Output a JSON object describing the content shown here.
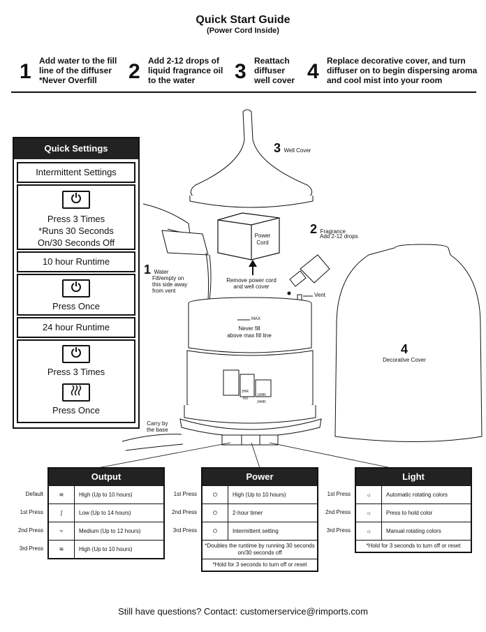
{
  "header": {
    "title": "Quick Start Guide",
    "subtitle": "(Power Cord Inside)"
  },
  "steps": [
    {
      "num": "1",
      "line1": "Add water to the fill",
      "line2": "line of the diffuser",
      "line3": "*Never Overfill"
    },
    {
      "num": "2",
      "line1": "Add 2-12 drops of",
      "line2": "liquid fragrance oil",
      "line3": "to the water"
    },
    {
      "num": "3",
      "line1": "Reattach",
      "line2": "diffuser",
      "line3": "well cover"
    },
    {
      "num": "4",
      "line1": "Replace decorative cover, and turn",
      "line2": "diffuser on to begin dispersing aroma",
      "line3": "and cool mist into your room"
    }
  ],
  "quick_settings": {
    "title": "Quick Settings",
    "intermittent": {
      "label": "Intermittent Settings",
      "press": "Press 3 Times",
      "note1": "*Runs 30 Seconds",
      "note2": "On/30 Seconds Off"
    },
    "ten_hour": {
      "label": "10 hour Runtime",
      "press": "Press Once"
    },
    "twentyfour_hour": {
      "label": "24 hour Runtime",
      "press1": "Press 3 Times",
      "press2": "Press Once"
    }
  },
  "diagram": {
    "well_cover_num": "3",
    "well_cover_label": "Well Cover",
    "power_cord_box": "Power Cord",
    "remove_note1": "Remove power cord",
    "remove_note2": "and well cover",
    "fragrance_num": "2",
    "fragrance_label": "Fragrance",
    "fragrance_drops": "Add 2-12 drops",
    "water_num": "1",
    "water_label": "Water",
    "water_note1": "Fill/empty on",
    "water_note2": "this side away",
    "water_note3": "from vent",
    "vent_label": "Vent",
    "max_label": "MAX",
    "never_fill1": "Never fill",
    "never_fill2": "above max fill line",
    "deco_num": "4",
    "deco_label": "Decorative Cover",
    "carry1": "Carry by",
    "carry2": "the base",
    "panel_labels": [
      "2HR",
      "INT",
      "10HR",
      "24HR"
    ]
  },
  "output_table": {
    "title": "Output",
    "rows": [
      {
        "press": "Default",
        "icon": "mist-high-icon",
        "text": "High (Up to 10 hours)"
      },
      {
        "press": "1st Press",
        "icon": "mist-low-icon",
        "text": "Low (Up to 14 hours)"
      },
      {
        "press": "2nd Press",
        "icon": "mist-medium-icon",
        "text": "Medium (Up to 12 hours)"
      },
      {
        "press": "3rd Press",
        "icon": "mist-high-icon",
        "text": "High (Up to 10 hours)"
      }
    ]
  },
  "power_table": {
    "title": "Power",
    "rows": [
      {
        "press": "1st Press",
        "icon": "power-icon",
        "text": "High (Up to 10 hours)"
      },
      {
        "press": "2nd Press",
        "icon": "power-icon",
        "text": "2-hour timer"
      },
      {
        "press": "3rd Press",
        "icon": "power-icon",
        "text": "Intermittent setting"
      }
    ],
    "note1": "*Doubles the runtime by running 30 seconds on/30 seconds off",
    "note2": "*Hold for 3 seconds to turn off or reset"
  },
  "light_table": {
    "title": "Light",
    "rows": [
      {
        "press": "1st Press",
        "icon": "light-icon",
        "text": "Automatic rotating colors"
      },
      {
        "press": "2nd Press",
        "icon": "light-icon",
        "text": "Press to hold color"
      },
      {
        "press": "3rd Press",
        "icon": "light-icon",
        "text": "Manual rotating colors"
      }
    ],
    "note": "*Hold for 3 seconds to turn off or reset"
  },
  "footer": {
    "text": "Still have questions? Contact: customerservice@rimports.com"
  }
}
